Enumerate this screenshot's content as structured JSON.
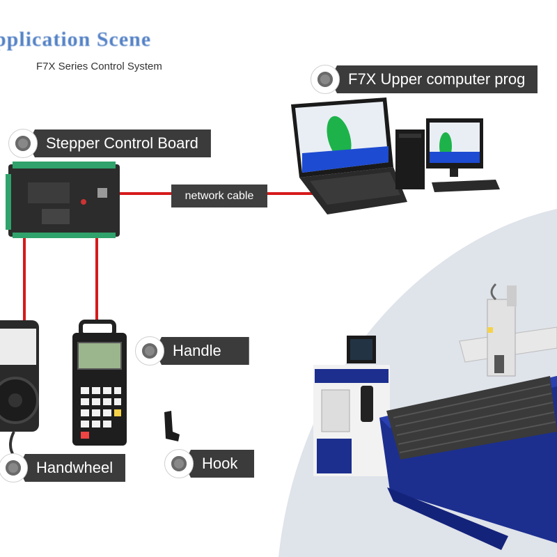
{
  "header": {
    "title": "pplication Scene",
    "subtitle": "F7X Series Control System"
  },
  "labels": {
    "upper_computer": "F7X Upper computer prog",
    "stepper_board": "Stepper Control Board",
    "network_cable": "network cable",
    "handle": "Handle",
    "handwheel": "Handwheel",
    "hook": "Hook"
  },
  "colors": {
    "cable": "#d61a1a",
    "board": "#2c2c2c",
    "terminal": "#2fa36b",
    "machine_blue": "#1c2f8f",
    "backdrop": "#dfe3ea"
  }
}
